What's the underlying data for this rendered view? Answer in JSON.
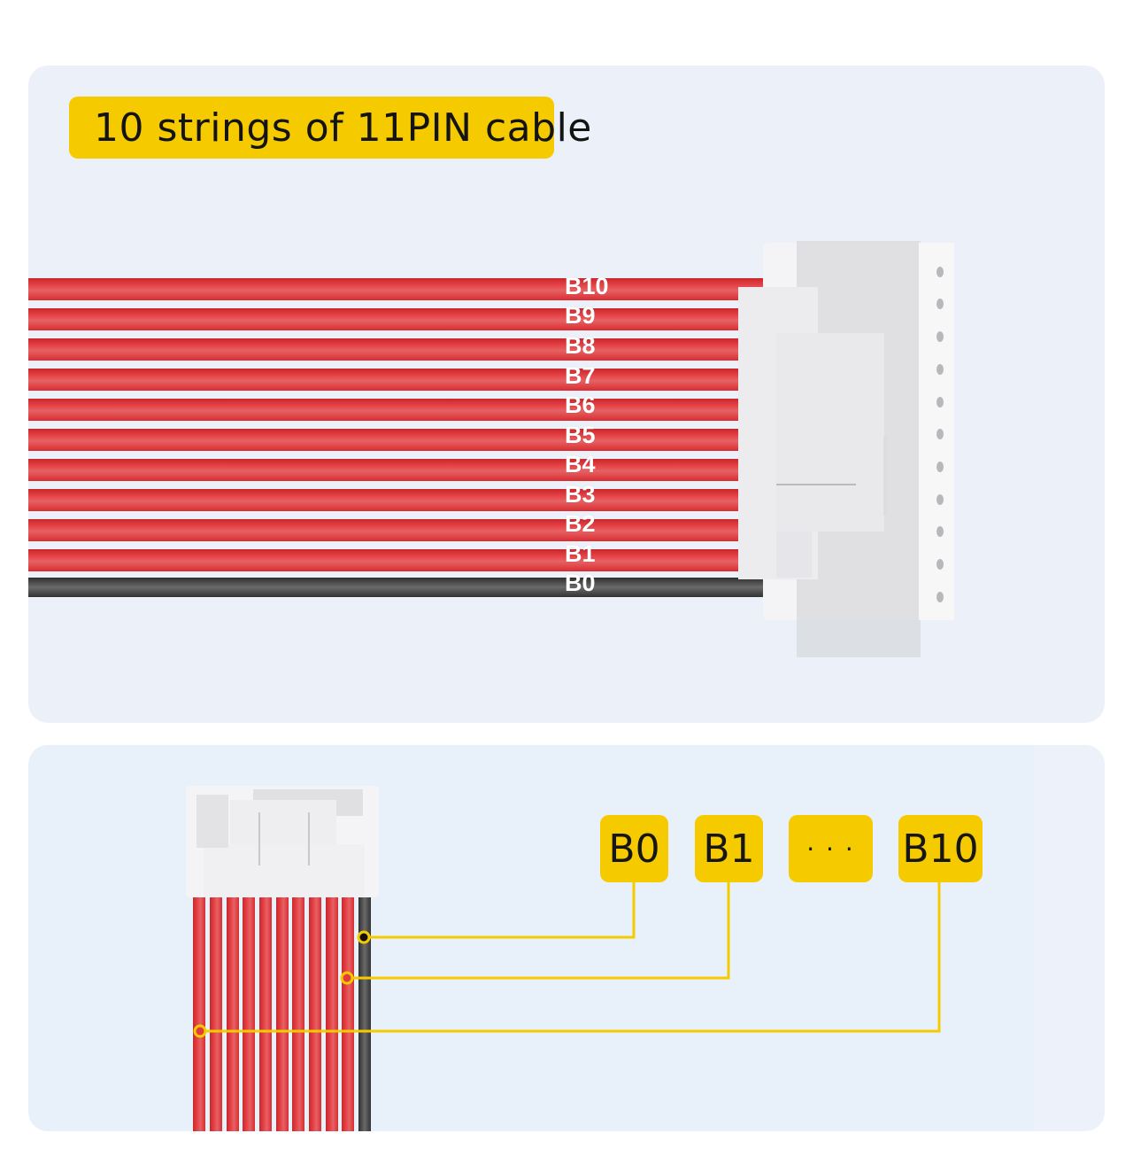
{
  "title": "10 strings of 11PIN cable",
  "top_diagram": {
    "wire_labels": [
      "B10",
      "B9",
      "B8",
      "B7",
      "B6",
      "B5",
      "B4",
      "B3",
      "B2",
      "B1",
      "B0"
    ],
    "wire_colors": {
      "positive": "#e23a3d",
      "ground": "#4a4a4a"
    },
    "connector_pins": 11
  },
  "bottom_diagram": {
    "tags": [
      {
        "label": "B0"
      },
      {
        "label": "B1"
      },
      {
        "label": "· · ·"
      },
      {
        "label": "B10"
      }
    ],
    "accent_color": "#f5cb00"
  }
}
